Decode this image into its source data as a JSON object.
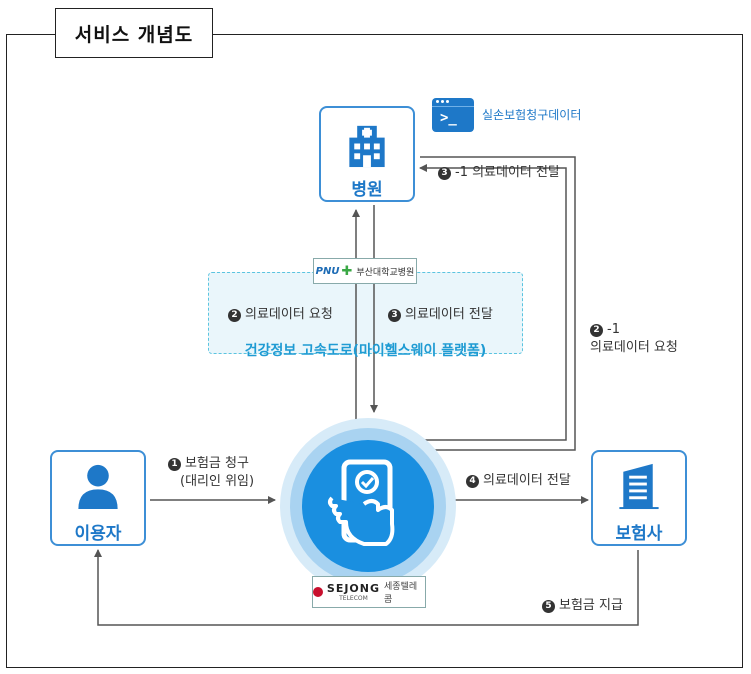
{
  "title": "서비스 개념도",
  "nodes": {
    "hospital": "병원",
    "user": "이용자",
    "insurer": "보험사"
  },
  "legend": {
    "data_label": "실손보험청구데이터"
  },
  "platform": {
    "name": "건강정보 고속도로(마이헬스웨이 플랫폼)",
    "pnuh_logo_text": "PNU",
    "pnuh_name": "부산대학교병원",
    "sejong_logo_text": "SEJONG",
    "sejong_sub": "TELECOM",
    "sejong_name": "세종텔레콤"
  },
  "flows": {
    "step1_num": "1",
    "step1_label": "보험금 청구",
    "step1_sub": "(대리인 위임)",
    "step2_num": "2",
    "step2_label": "의료데이터 요청",
    "step3_num": "3",
    "step3_label": "의료데이터 전달",
    "step3_1_num": "3",
    "step3_1_label": "-1 의료데이터 전달",
    "step2_1_num": "2",
    "step2_1_label": "-1",
    "step2_1_sub": "의료데이터 요청",
    "step4_num": "4",
    "step4_label": "의료데이터 전달",
    "step5_num": "5",
    "step5_label": "보험금 지급"
  },
  "colors": {
    "accent": "#1e78c8",
    "phone_blue": "#1a8fe0",
    "arrow": "#555555",
    "platform_text": "#1f9bd3"
  }
}
